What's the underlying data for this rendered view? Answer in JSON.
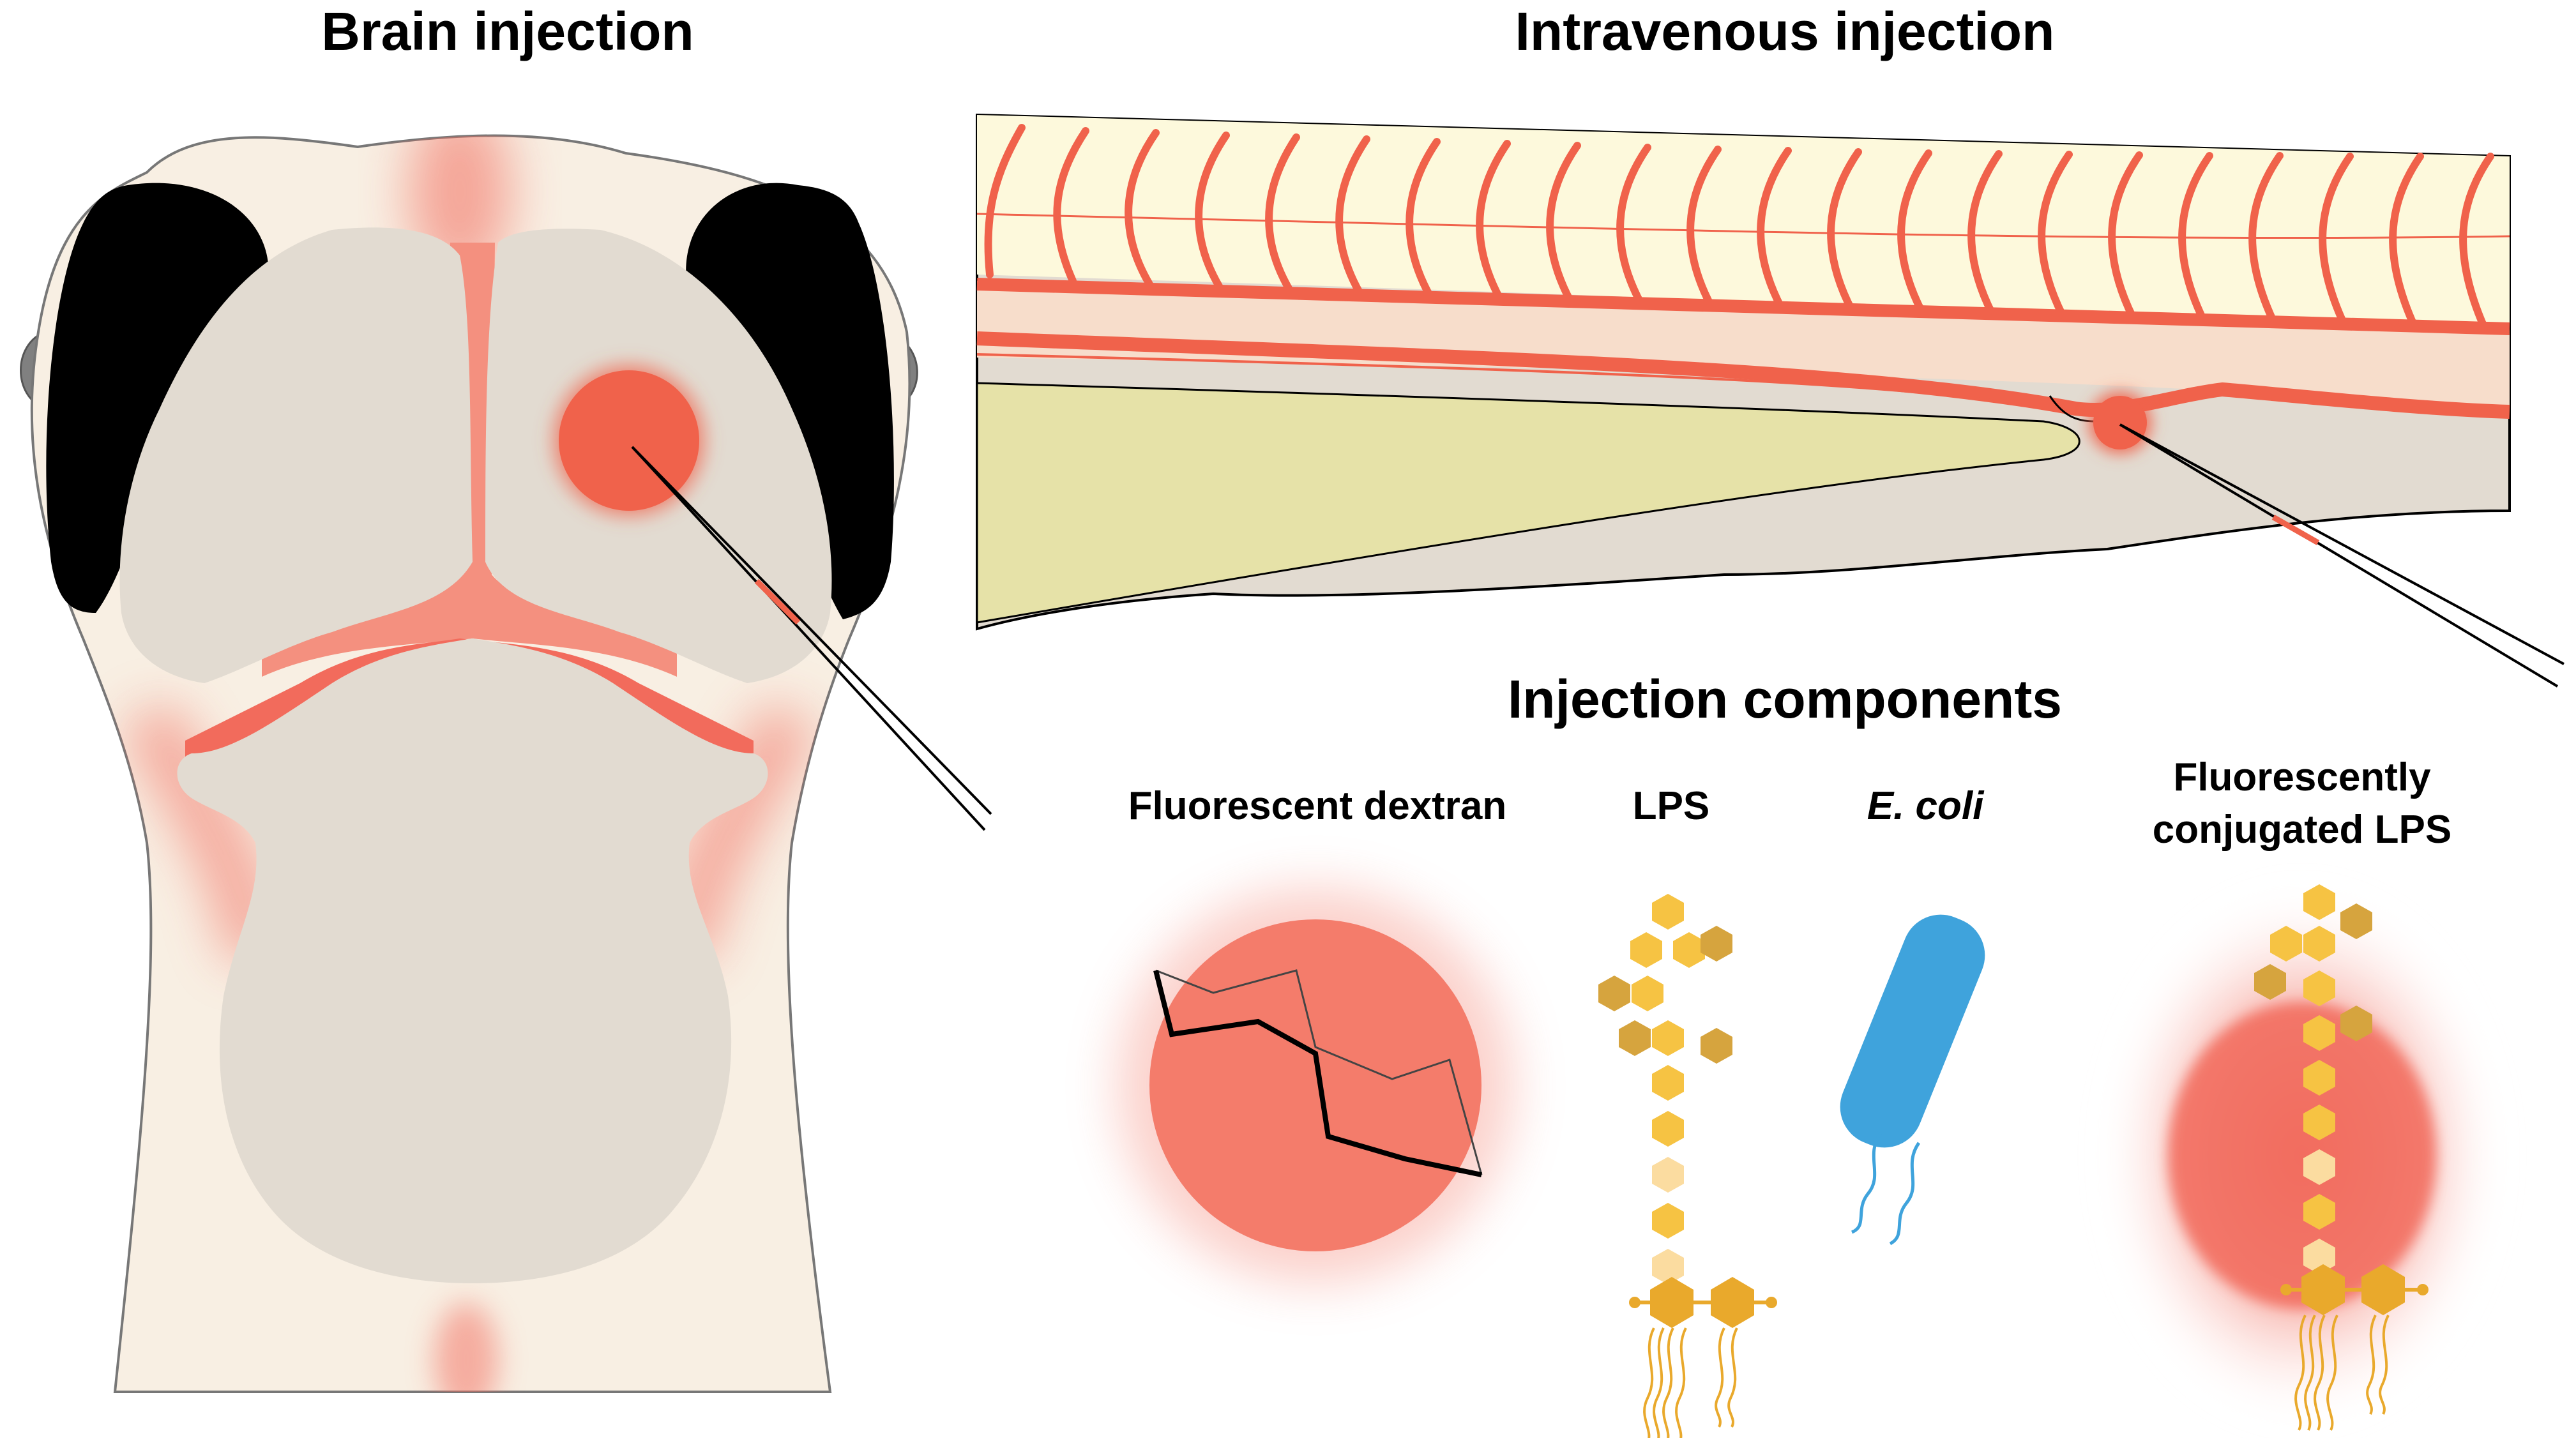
{
  "titles": {
    "brain": "Brain injection",
    "iv": "Intravenous injection",
    "components": "Injection components"
  },
  "components": {
    "dextran": "Fluorescent dextran",
    "lps": "LPS",
    "ecoli": "E. coli",
    "conj_line1": "Fluorescently",
    "conj_line2": "conjugated LPS"
  },
  "colors": {
    "skin": "#f8efe3",
    "brain": "#e2dbd1",
    "vessel": "#f0624b",
    "eye": "#000000",
    "yolk": "#e6e2a8",
    "somite": "#fdf9dc",
    "lps_hex": "#f6c343",
    "lps_hex_dark": "#d6a43e",
    "bacterium": "#3fa3dc"
  }
}
